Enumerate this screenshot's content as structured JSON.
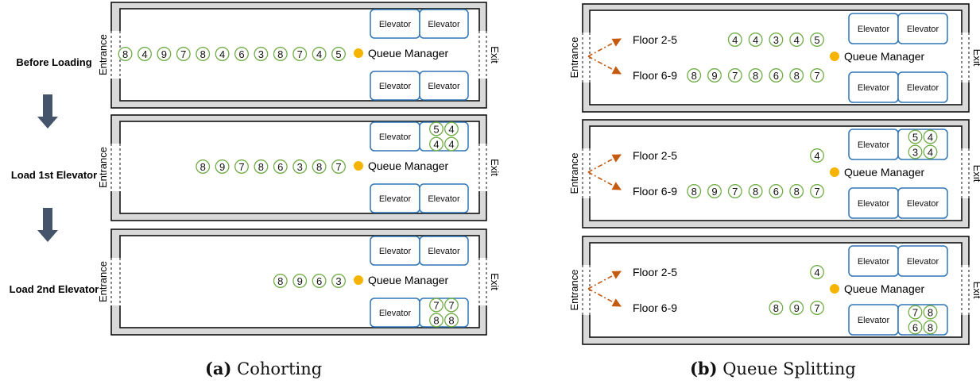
{
  "labels": {
    "entrance": "Entrance",
    "exit": "Exit",
    "elevator": "Elevator",
    "queue_manager": "Queue Manager"
  },
  "colors": {
    "frame": "#d9d9d9",
    "elevator_border": "#2e75b6",
    "person_border": "#70ad47",
    "queue_manager_dot": "#f4b400",
    "arrow": "#c55a11",
    "step_arrow": "#44546a"
  },
  "cohorting": {
    "caption_letter": "(a)",
    "caption_text": "Cohorting",
    "rows": [
      {
        "step_label": "Before Loading",
        "queue": [
          "8",
          "4",
          "9",
          "7",
          "8",
          "4",
          "6",
          "3",
          "8",
          "7",
          "4",
          "5"
        ],
        "top_elevator_riders": [],
        "bottom_elevator_riders": []
      },
      {
        "step_label": "Load 1st Elevator",
        "queue": [
          "8",
          "9",
          "7",
          "8",
          "6",
          "3",
          "8",
          "7"
        ],
        "top_elevator_riders": [
          "5",
          "4",
          "4",
          "4"
        ],
        "bottom_elevator_riders": []
      },
      {
        "step_label": "Load 2nd Elevator",
        "queue": [
          "8",
          "9",
          "6",
          "3"
        ],
        "top_elevator_riders": [],
        "bottom_elevator_riders": [
          "7",
          "7",
          "8",
          "8"
        ]
      }
    ]
  },
  "queue_splitting": {
    "caption_letter": "(b)",
    "caption_text": "Queue Splitting",
    "rows": [
      {
        "floor_top_label": "Floor 2-5",
        "floor_bottom_label": "Floor 6-9",
        "queue_top": [
          "4",
          "4",
          "3",
          "4",
          "5"
        ],
        "queue_bottom": [
          "8",
          "9",
          "7",
          "8",
          "6",
          "8",
          "7"
        ],
        "top_elevator_riders": [],
        "bottom_elevator_riders": []
      },
      {
        "floor_top_label": "Floor 2-5",
        "floor_bottom_label": "Floor 6-9",
        "queue_top": [
          "4"
        ],
        "queue_bottom": [
          "8",
          "9",
          "7",
          "8",
          "6",
          "8",
          "7"
        ],
        "top_elevator_riders": [
          "5",
          "4",
          "3",
          "4"
        ],
        "bottom_elevator_riders": []
      },
      {
        "floor_top_label": "Floor 2-5",
        "floor_bottom_label": "Floor 6-9",
        "queue_top": [
          "4"
        ],
        "queue_bottom": [
          "8",
          "9",
          "7"
        ],
        "top_elevator_riders": [],
        "bottom_elevator_riders": [
          "7",
          "8",
          "6",
          "8"
        ]
      }
    ]
  }
}
